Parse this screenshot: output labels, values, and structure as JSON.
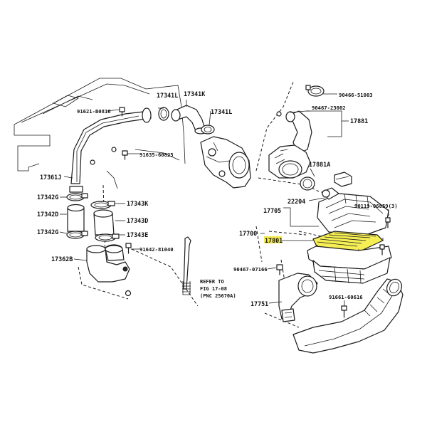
{
  "labels": {
    "p17341L_a": "17341L",
    "p17341K": "17341K",
    "p17341L_b": "17341L",
    "p91621": "91621-B0816",
    "p91635": "91635-60825",
    "p17361J": "17361J",
    "p17342G_a": "17342G",
    "p17342D": "17342D",
    "p17342G_b": "17342G",
    "p17343K": "17343K",
    "p17343D": "17343D",
    "p17343E": "17343E",
    "p91642": "91642-81040",
    "p17362B": "17362B",
    "p90466": "90466-51003",
    "p90467_23002": "90467-23002",
    "p17881": "17881",
    "p17881A": "17881A",
    "p22204": "22204",
    "p17705": "17705",
    "p17700": "17700",
    "p17801": "17801",
    "p90119": "90119-06859(3)",
    "p90467_07166": "90467-07166",
    "p91661": "91661-60616",
    "p17751": "17751"
  },
  "reference_note": {
    "line1": "REFER TO",
    "line2": "FIG 17-08",
    "line3": "(PNC 25670A)"
  },
  "colors": {
    "highlight": "#f5ee55",
    "highlight_label": "#f3ea4a",
    "ink": "#1a1a1a"
  }
}
